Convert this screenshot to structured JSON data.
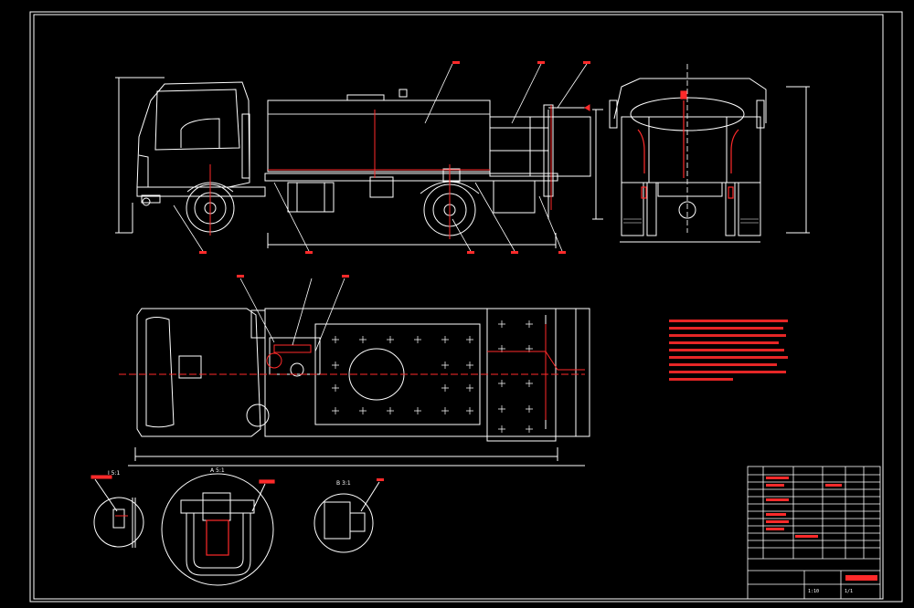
{
  "drawing": {
    "line_color": "#ffffff",
    "accent_color": "#ff2a2a",
    "centerline_color": "#ff3030",
    "background": "#000000"
  },
  "details": [
    {
      "id": "detail-i",
      "label": "I 5:1"
    },
    {
      "id": "detail-a",
      "label": "A 5:1"
    },
    {
      "id": "detail-b",
      "label": "B 3:1"
    }
  ],
  "title_block": {
    "scale": "1:10",
    "sheet": "1/1"
  }
}
